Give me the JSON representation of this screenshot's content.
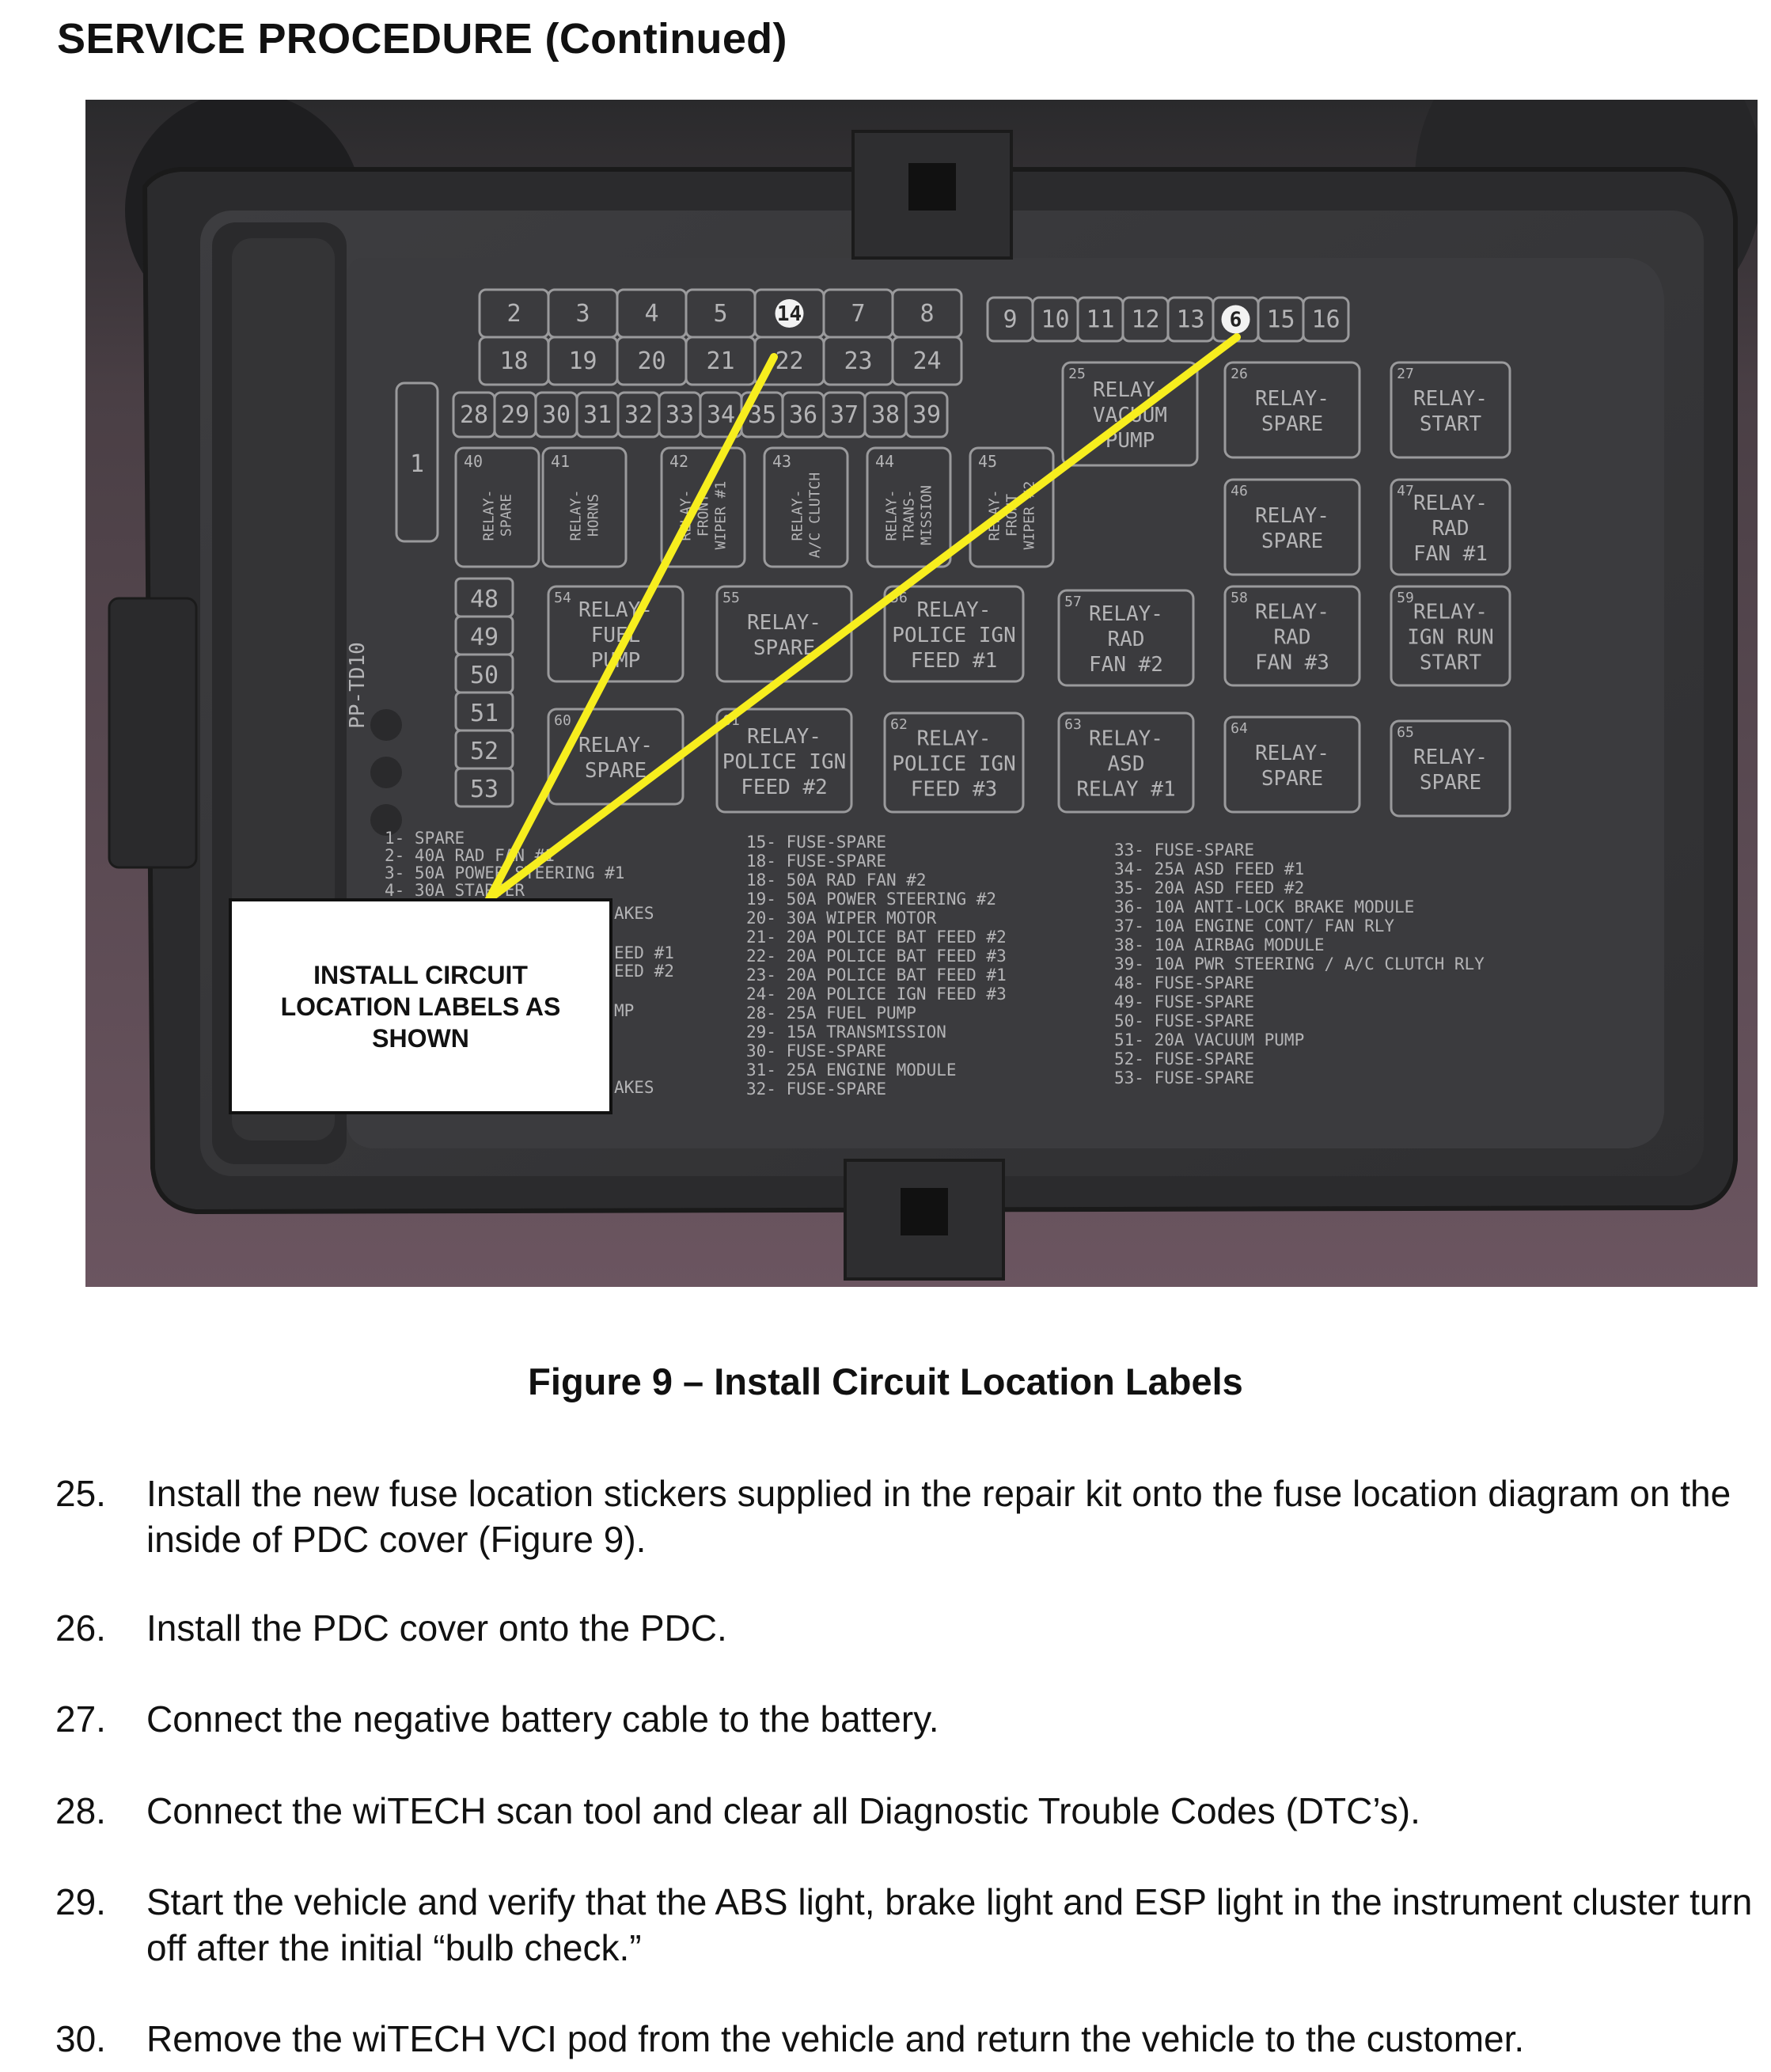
{
  "header": {
    "title": "SERVICE PROCEDURE (Continued)"
  },
  "figure": {
    "callout": "INSTALL CIRCUIT LOCATION LABELS AS SHOWN",
    "caption": "Figure 9 – Install Circuit Location Labels",
    "colors": {
      "arrow": "#f7ee1e",
      "cover": "#3a3a3c",
      "background": "#5c4b52"
    },
    "fuse_row_top": [
      "2",
      "3",
      "4",
      "5",
      "14",
      "7",
      "8"
    ],
    "fuse_row_bottom": [
      "18",
      "19",
      "20",
      "21",
      "22",
      "23",
      "24"
    ],
    "fuse_row_right": [
      "9",
      "10",
      "11",
      "12",
      "13",
      "6",
      "15",
      "16"
    ],
    "fuse_row_middle": [
      "28",
      "29",
      "30",
      "31",
      "32",
      "33",
      "34",
      "35",
      "36",
      "37",
      "38",
      "39"
    ],
    "fuse_column_left": [
      "48",
      "49",
      "50",
      "51",
      "52",
      "53"
    ],
    "fuse_single": "1",
    "relays": {
      "r25": {
        "num": "25",
        "lines": [
          "RELAY-",
          "VACUUM",
          "PUMP"
        ]
      },
      "r26": {
        "num": "26",
        "lines": [
          "RELAY-",
          "SPARE"
        ]
      },
      "r27": {
        "num": "27",
        "lines": [
          "RELAY-",
          "START"
        ]
      },
      "r46": {
        "num": "46",
        "lines": [
          "RELAY-",
          "SPARE"
        ]
      },
      "r47": {
        "num": "47",
        "lines": [
          "RELAY-",
          "RAD",
          "FAN #1"
        ]
      },
      "r54": {
        "num": "54",
        "lines": [
          "RELAY-",
          "FUEL",
          "PUMP"
        ]
      },
      "r55": {
        "num": "55",
        "lines": [
          "RELAY-",
          "SPARE"
        ]
      },
      "r56": {
        "num": "56",
        "lines": [
          "RELAY-",
          "POLICE IGN",
          "FEED #1"
        ]
      },
      "r57": {
        "num": "57",
        "lines": [
          "RELAY-",
          "RAD",
          "FAN #2"
        ]
      },
      "r58": {
        "num": "58",
        "lines": [
          "RELAY-",
          "RAD",
          "FAN #3"
        ]
      },
      "r59": {
        "num": "59",
        "lines": [
          "RELAY-",
          "IGN RUN",
          "START"
        ]
      },
      "r60": {
        "num": "60",
        "lines": [
          "RELAY-",
          "SPARE"
        ]
      },
      "r61": {
        "num": "61",
        "lines": [
          "RELAY-",
          "POLICE IGN",
          "FEED #2"
        ]
      },
      "r62": {
        "num": "62",
        "lines": [
          "RELAY-",
          "POLICE IGN",
          "FEED #3"
        ]
      },
      "r63": {
        "num": "63",
        "lines": [
          "RELAY-",
          "ASD",
          "RELAY #1"
        ]
      },
      "r64": {
        "num": "64",
        "lines": [
          "RELAY-",
          "SPARE"
        ]
      },
      "r65": {
        "num": "65",
        "lines": [
          "RELAY-",
          "SPARE"
        ]
      }
    },
    "vertical_relays": {
      "v40": {
        "num": "40",
        "lines": [
          "RELAY-",
          "SPARE"
        ]
      },
      "v41": {
        "num": "41",
        "lines": [
          "RELAY-",
          "HORNS"
        ]
      },
      "v42": {
        "num": "42",
        "lines": [
          "RELAY-",
          "FRONT",
          "WIPER #1"
        ]
      },
      "v43": {
        "num": "43",
        "lines": [
          "RELAY-",
          "A/C CLUTCH"
        ]
      },
      "v44": {
        "num": "44",
        "lines": [
          "RELAY-",
          "TRANS-",
          "MISSION"
        ]
      },
      "v45": {
        "num": "45",
        "lines": [
          "RELAY-",
          "FRONT",
          "WIPER #2"
        ]
      }
    },
    "part_number": "PP-TD10",
    "legend_col1": [
      "1- SPARE",
      "2- 40A RAD FAN #1",
      "3- 50A POWER STEERING #1",
      "4- 30A STARTER",
      "AKES",
      "EED #1",
      "EED #2",
      "MP",
      "AKES"
    ],
    "legend_col2": [
      "15- FUSE-SPARE",
      "18- FUSE-SPARE",
      "18- 50A RAD FAN #2",
      "19- 50A POWER STEERING #2",
      "20- 30A WIPER MOTOR",
      "21- 20A POLICE BAT FEED #2",
      "22- 20A POLICE BAT FEED #3",
      "23- 20A POLICE BAT FEED #1",
      "24- 20A POLICE IGN FEED #3",
      "28- 25A FUEL PUMP",
      "29- 15A TRANSMISSION",
      "30- FUSE-SPARE",
      "31- 25A ENGINE MODULE",
      "32- FUSE-SPARE"
    ],
    "legend_col3": [
      "33- FUSE-SPARE",
      "34- 25A ASD FEED #1",
      "35- 20A ASD FEED #2",
      "36- 10A ANTI-LOCK BRAKE MODULE",
      "37- 10A ENGINE CONT/ FAN RLY",
      "38- 10A AIRBAG MODULE",
      "39- 10A PWR STEERING / A/C CLUTCH RLY",
      "48- FUSE-SPARE",
      "49- FUSE-SPARE",
      "50- FUSE-SPARE",
      "51- 20A VACUUM PUMP",
      "52- FUSE-SPARE",
      "53- FUSE-SPARE"
    ]
  },
  "steps": [
    {
      "num": "25.",
      "text": "Install the new fuse location stickers supplied in the repair kit onto the fuse location diagram on the inside of PDC cover (Figure 9)."
    },
    {
      "num": "26.",
      "text": "Install the PDC cover onto the PDC."
    },
    {
      "num": "27.",
      "text": "Connect the negative battery cable to the battery."
    },
    {
      "num": "28.",
      "text": "Connect the wiTECH scan tool and clear all Diagnostic Trouble Codes (DTC’s)."
    },
    {
      "num": "29.",
      "text": "Start the vehicle and verify that the ABS light, brake light and ESP light in the instrument cluster turn off after the initial “bulb check.”"
    },
    {
      "num": "30.",
      "text": "Remove the wiTECH VCI pod from the vehicle and return the vehicle to the customer."
    }
  ]
}
